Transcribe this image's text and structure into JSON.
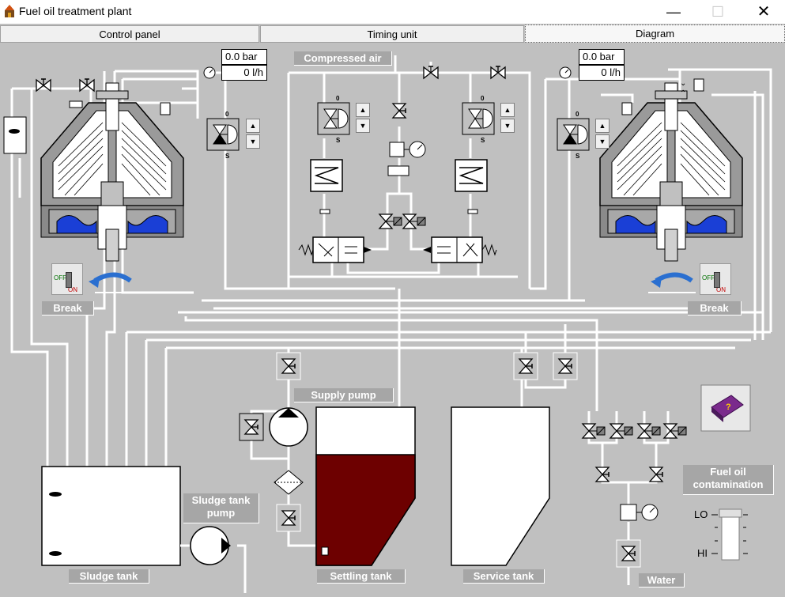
{
  "window": {
    "title": "Fuel oil treatment plant",
    "min_glyph": "—",
    "max_glyph": "☐",
    "close_glyph": "✕"
  },
  "tabs": [
    {
      "label": "Control panel",
      "selected": false
    },
    {
      "label": "Timing unit",
      "selected": false
    },
    {
      "label": "Diagram",
      "selected": true
    }
  ],
  "readouts": {
    "left_pressure": "0.0 bar",
    "left_flow": "0 l/h",
    "right_pressure": "0.0 bar",
    "right_flow": "0 l/h"
  },
  "labels": {
    "compressed_air": "Compressed air",
    "break_left": "Break",
    "break_right": "Break",
    "supply_pump": "Supply pump",
    "sludge_tank_pump": "Sludge tank pump",
    "sludge_tank": "Sludge tank",
    "settling_tank": "Settling tank",
    "service_tank": "Service tank",
    "fuel_oil_contamination": "Fuel oil contamination",
    "water": "Water"
  },
  "valve_marks": {
    "zero": "0",
    "s": "S",
    "up": "▲",
    "down": "▼"
  },
  "toggle": {
    "off": "OFF",
    "on": "ON"
  },
  "contamination_scale": {
    "lo": "LO",
    "hi": "HI"
  },
  "colors": {
    "settling_oil": "#6d0000",
    "separator_blue": "#1a3fd6",
    "pipe": "#ffffff",
    "background": "#c0c0c0",
    "book_purple": "#7a2a8c"
  },
  "tanks": {
    "settling_level_percent": 70,
    "service_level_percent": 0
  }
}
